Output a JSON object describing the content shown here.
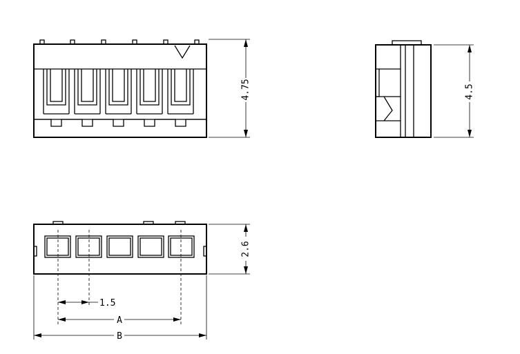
{
  "dimensions": {
    "front_height": "4.75",
    "side_height": "4.5",
    "bottom_height": "2.6",
    "pitch": "1.5",
    "span_a": "A",
    "span_b": "B"
  }
}
